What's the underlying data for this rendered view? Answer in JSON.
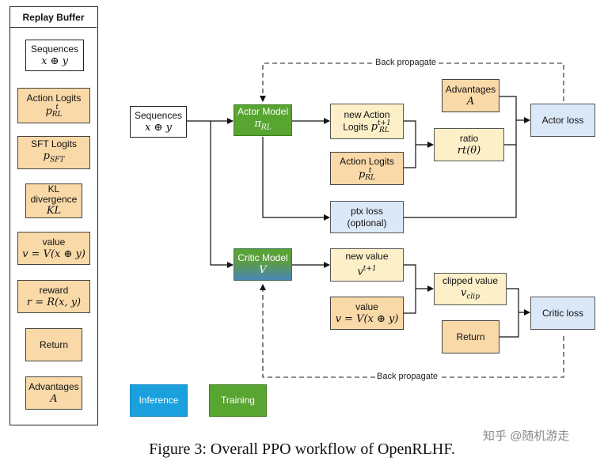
{
  "replay_buffer": {
    "title": "Replay Buffer",
    "items": [
      {
        "line1": "Sequences",
        "line2": "x ⊕ y"
      },
      {
        "line1": "Action Logits",
        "line2": "p",
        "sup": "t",
        "sub": "RL"
      },
      {
        "line1": "SFT Logits",
        "line2": "p",
        "sub": "SFT"
      },
      {
        "line1": "KL",
        "line1b": "divergence",
        "line2": "KL"
      },
      {
        "line1": "value",
        "line2": "v = V(x ⊕ y)"
      },
      {
        "line1": "reward",
        "line2": "r = R(x, y)"
      },
      {
        "line1": "Return"
      },
      {
        "line1": "Advantages",
        "line2": "A"
      }
    ]
  },
  "diagram": {
    "sequences": {
      "label": "Sequences",
      "math": "x ⊕ y"
    },
    "actor_model": {
      "label": "Actor Model",
      "math": "π",
      "sub": "RL"
    },
    "critic_model": {
      "label": "Critic Model",
      "math": "V"
    },
    "new_action_logits": {
      "label1": "new Action",
      "label2": "Logits",
      "math": "p",
      "sup": "t+1",
      "sub": "RL"
    },
    "action_logits": {
      "label": "Action Logits",
      "math": "p",
      "sup": "t",
      "sub": "RL"
    },
    "advantages": {
      "label": "Advantages",
      "math": "A"
    },
    "ratio": {
      "label": "ratio",
      "math": "rt(θ)"
    },
    "actor_loss": {
      "label": "Actor loss"
    },
    "ptx_loss": {
      "label1": "ptx loss",
      "label2": "(optional)"
    },
    "new_value": {
      "label": "new value",
      "math": "v",
      "sup": "t+1"
    },
    "value": {
      "label": "value",
      "math": "v = V(x ⊕ y)"
    },
    "clipped_value": {
      "label": "clipped value",
      "math": "v",
      "sub": "clip"
    },
    "return": {
      "label": "Return"
    },
    "critic_loss": {
      "label": "Critic loss"
    },
    "back_propagate_top": "Back propagate",
    "back_propagate_bottom": "Back propagate"
  },
  "legend": {
    "inference": "Inference",
    "training": "Training",
    "inference_color": "#1aa0dd",
    "training_color": "#58a531"
  },
  "caption": "Figure 3: Overall PPO workflow of OpenRLHF.",
  "watermark": "知乎 @随机游走"
}
